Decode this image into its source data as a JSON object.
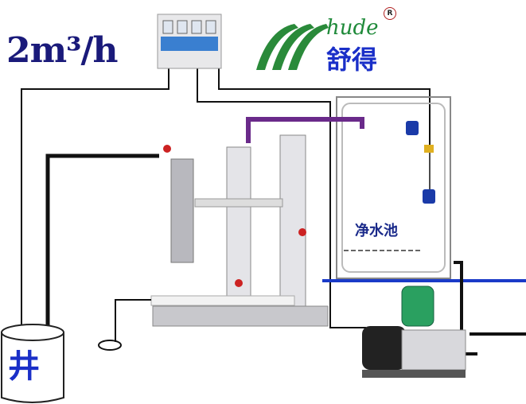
{
  "flow_rate": "2m³/h",
  "brand": {
    "name_en": "hude",
    "name_cn": "舒得",
    "registered": "R"
  },
  "labels": {
    "clean_water_tank": "净水池",
    "well": "井"
  },
  "colors": {
    "title": "#1a1a7a",
    "brand_green": "#1f8a3a",
    "brand_blue": "#1a2fc8",
    "pipe_purple": "#6a2a8a",
    "water_line": "#1a3ac8"
  }
}
